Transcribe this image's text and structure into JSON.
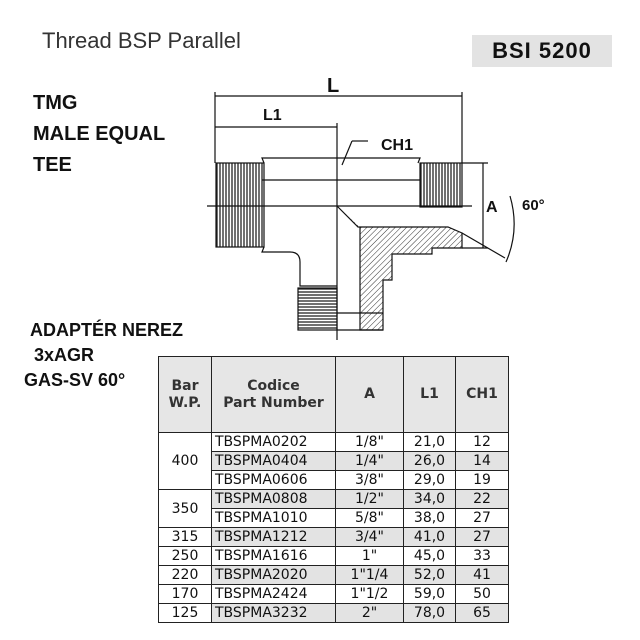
{
  "title": "Thread BSP Parallel",
  "standard": "BSI 5200",
  "product_lines": [
    "TMG",
    "MALE EQUAL",
    "TEE"
  ],
  "subtitle_lines": [
    "ADAPTÉR NEREZ",
    "3xAGR",
    "GAS-SV 60°"
  ],
  "drawing": {
    "L": "L",
    "L1": "L1",
    "CH1": "CH1",
    "A": "A",
    "angle": "60°"
  },
  "table": {
    "headers": {
      "bar": [
        "Bar",
        "W.P."
      ],
      "code": [
        "Codice",
        "Part Number"
      ],
      "a": "A",
      "l1": "L1",
      "ch1": "CH1"
    },
    "groups": [
      {
        "bar": "400",
        "rows": [
          [
            "TBSPMA0202",
            "1/8\"",
            "21,0",
            "12"
          ],
          [
            "TBSPMA0404",
            "1/4\"",
            "26,0",
            "14"
          ],
          [
            "TBSPMA0606",
            "3/8\"",
            "29,0",
            "19"
          ]
        ]
      },
      {
        "bar": "350",
        "rows": [
          [
            "TBSPMA0808",
            "1/2\"",
            "34,0",
            "22"
          ],
          [
            "TBSPMA1010",
            "5/8\"",
            "38,0",
            "27"
          ]
        ]
      },
      {
        "bar": "315",
        "rows": [
          [
            "TBSPMA1212",
            "3/4\"",
            "41,0",
            "27"
          ]
        ]
      },
      {
        "bar": "250",
        "rows": [
          [
            "TBSPMA1616",
            "1\"",
            "45,0",
            "33"
          ]
        ]
      },
      {
        "bar": "220",
        "rows": [
          [
            "TBSPMA2020",
            "1\"1/4",
            "52,0",
            "41"
          ]
        ]
      },
      {
        "bar": "170",
        "rows": [
          [
            "TBSPMA2424",
            "1\"1/2",
            "59,0",
            "50"
          ]
        ]
      },
      {
        "bar": "125",
        "rows": [
          [
            "TBSPMA3232",
            "2\"",
            "78,0",
            "65"
          ]
        ]
      }
    ]
  }
}
